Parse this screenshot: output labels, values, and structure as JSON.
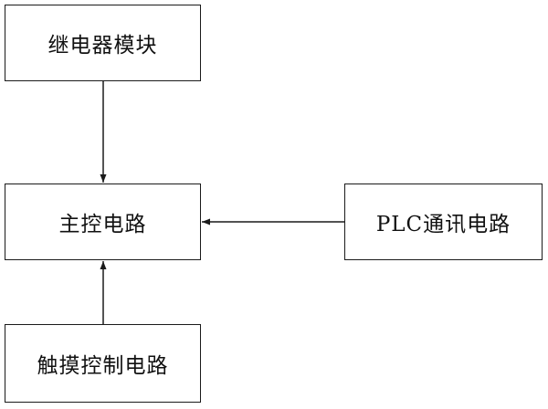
{
  "diagram": {
    "nodes": {
      "relay_module": {
        "label": "继电器模块"
      },
      "main_control": {
        "label": "主控电路"
      },
      "plc_comm": {
        "label": "PLC通讯电路"
      },
      "touch_control": {
        "label": "触摸控制电路"
      }
    },
    "edges": [
      {
        "from": "relay_module",
        "to": "main_control"
      },
      {
        "from": "plc_comm",
        "to": "main_control"
      },
      {
        "from": "touch_control",
        "to": "main_control"
      }
    ],
    "colors": {
      "stroke": "#1a1a1a",
      "text": "#111111",
      "background": "#ffffff"
    }
  }
}
